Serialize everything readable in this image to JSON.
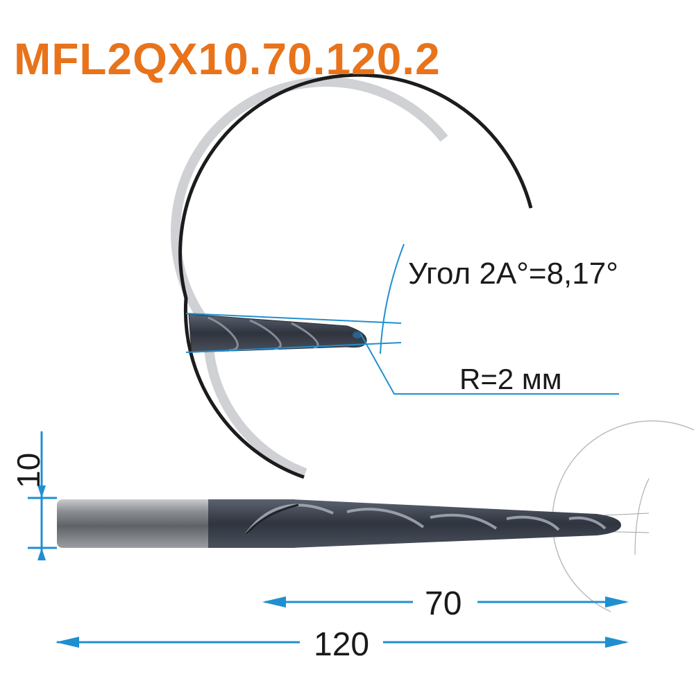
{
  "title": "MFL2QX10.70.120.2",
  "angle_label": "Угол 2А°=8,17°",
  "radius_label": "R=2 мм",
  "dimensions": {
    "total_length": "120",
    "flute_length": "70",
    "diameter": "10"
  },
  "colors": {
    "title": "#e8731a",
    "dimension_line": "#1f8fd0",
    "tool_body": "#3c414d",
    "shank": "#8d9096"
  }
}
